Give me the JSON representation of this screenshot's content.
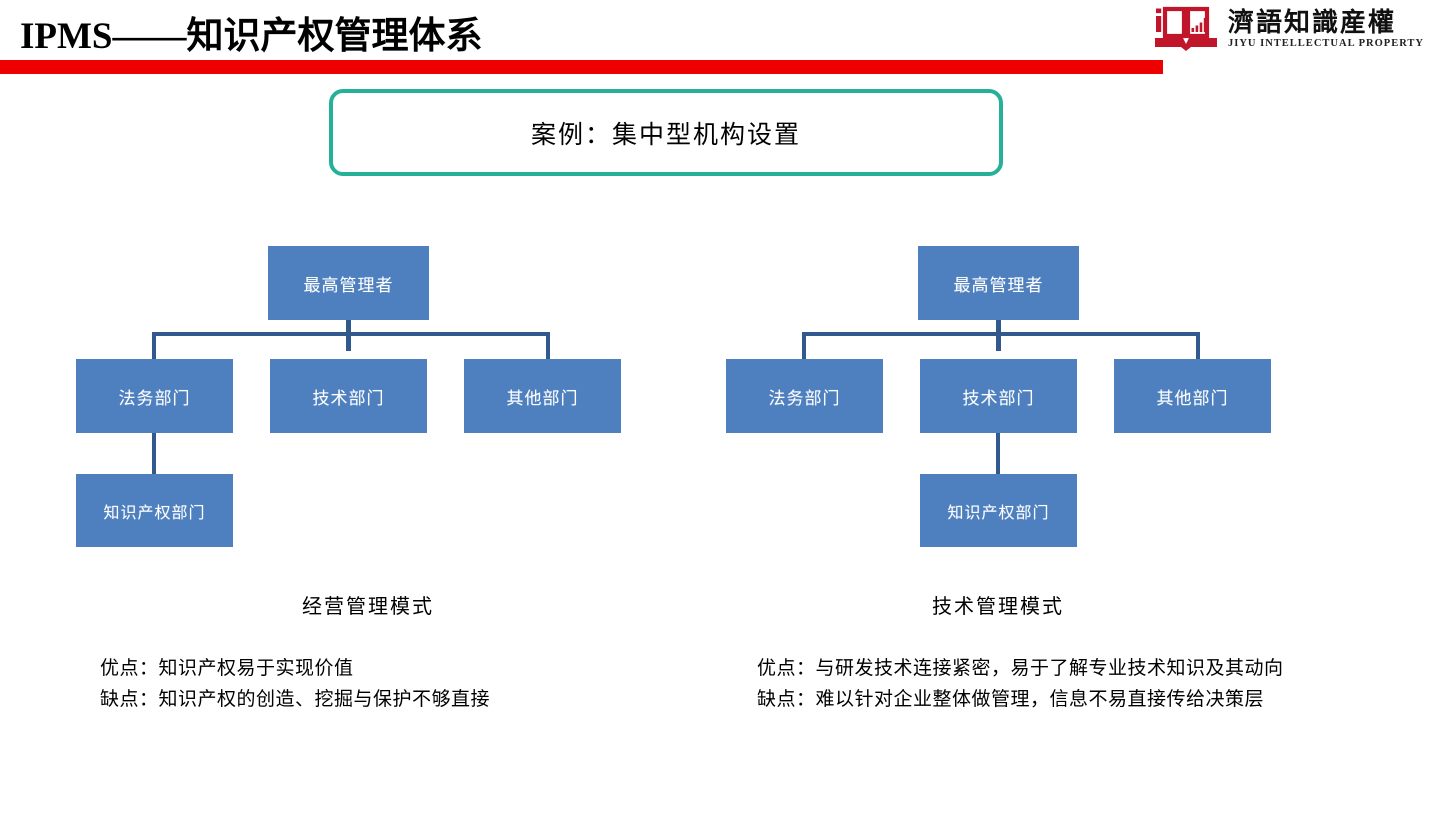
{
  "header": {
    "title": "IPMS——知识产权管理体系",
    "rule_color": "#ee0000"
  },
  "logo": {
    "icon": "open-book-chart-logo",
    "cn_name": "濟語知識産權",
    "en_name": "JIYU INTELLECTUAL PROPERTY",
    "color": "#c0152b"
  },
  "case_box": {
    "label": "案例：集中型机构设置",
    "border_color": "#26b09a"
  },
  "theme": {
    "node_fill": "#4E80BF",
    "connector": "#31598E",
    "node_text": "#ffffff"
  },
  "charts": [
    {
      "id": "business-management-model",
      "caption": "经营管理模式",
      "nodes": {
        "top": "最高管理者",
        "legal": "法务部门",
        "tech": "技术部门",
        "other": "其他部门",
        "ip": "知识产权部门"
      },
      "notes": {
        "pros": "优点：知识产权易于实现价值",
        "cons": "缺点：知识产权的创造、挖掘与保护不够直接"
      }
    },
    {
      "id": "technical-management-model",
      "caption": "技术管理模式",
      "nodes": {
        "top": "最高管理者",
        "legal": "法务部门",
        "tech": "技术部门",
        "other": "其他部门",
        "ip": "知识产权部门"
      },
      "notes": {
        "pros": "优点：与研发技术连接紧密，易于了解专业技术知识及其动向",
        "cons": "缺点：难以针对企业整体做管理，信息不易直接传给决策层"
      }
    }
  ]
}
